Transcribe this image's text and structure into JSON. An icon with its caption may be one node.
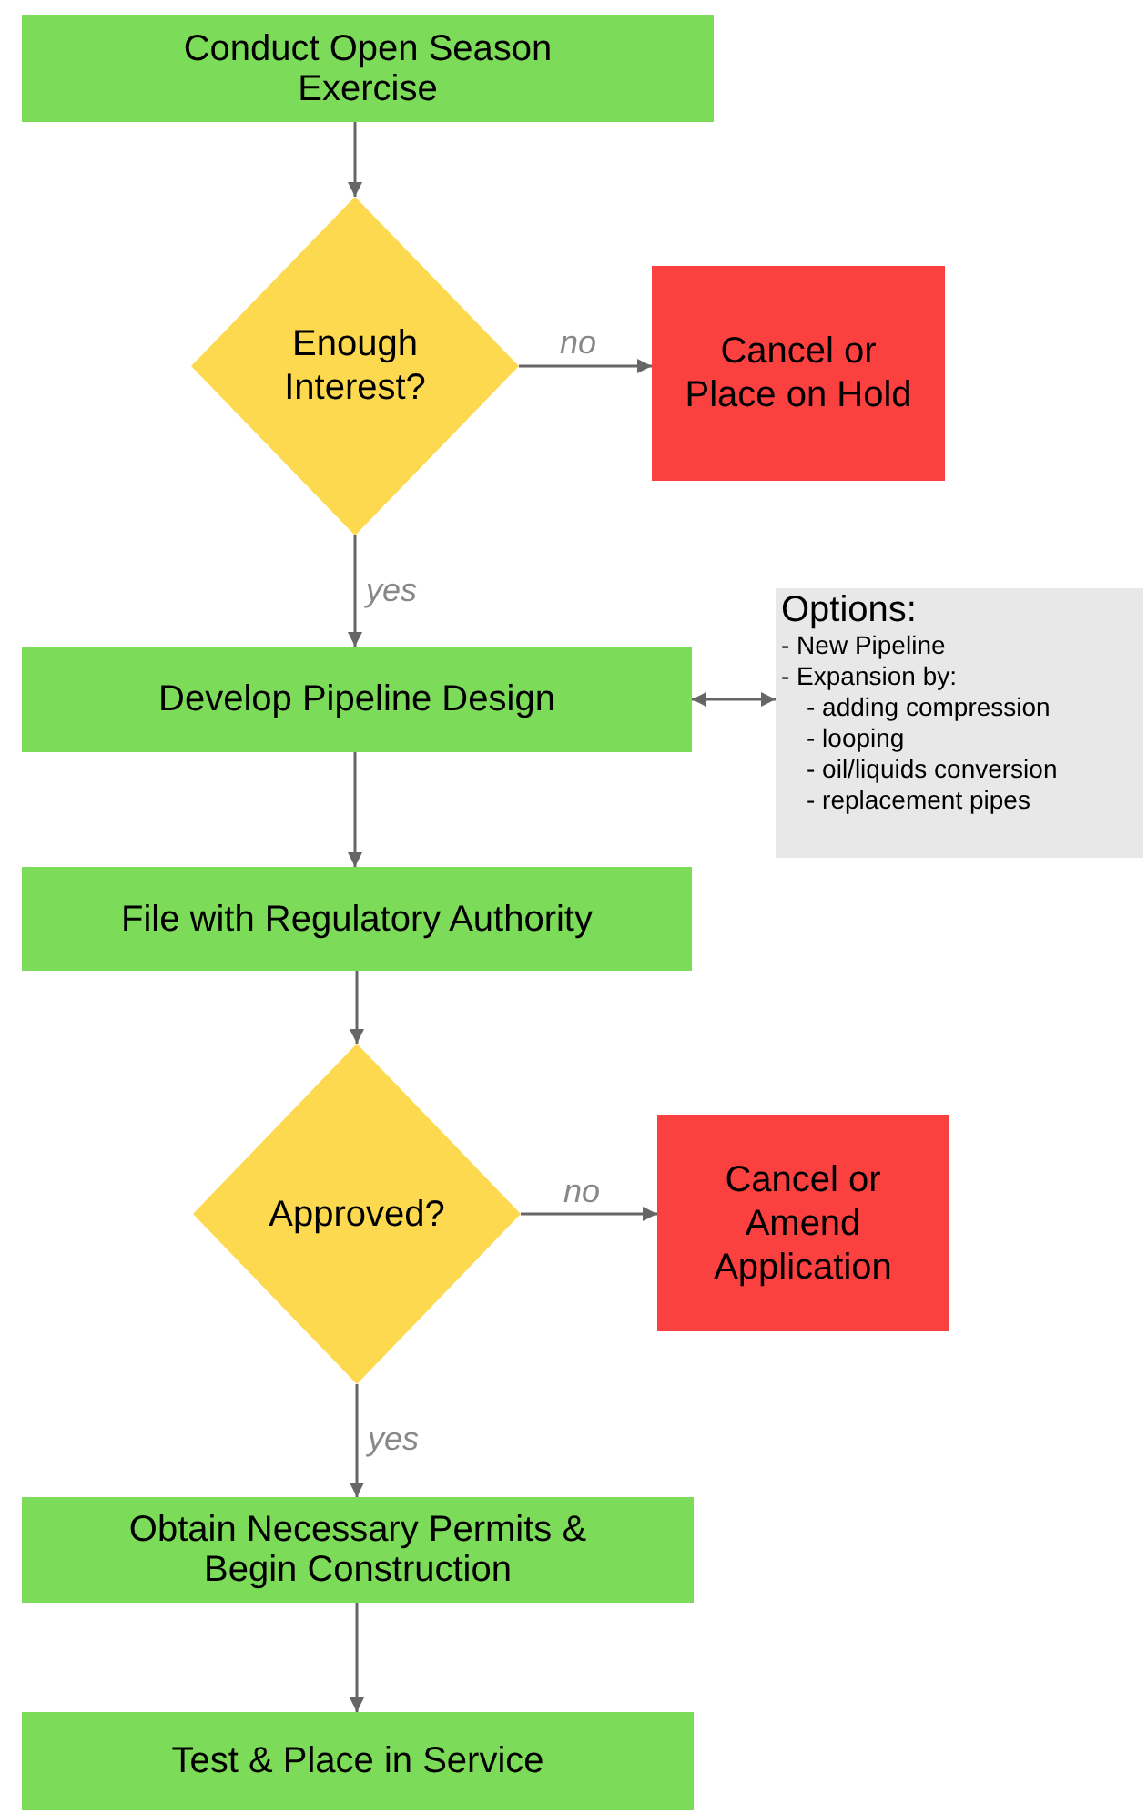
{
  "diagram": {
    "nodes": [
      {
        "text": [
          "Conduct Open Season Exercise"
        ]
      },
      {
        "text": [
          "Enough Interest?"
        ]
      },
      {
        "text": [
          "Cancel or Place on Hold"
        ]
      },
      {
        "text": [
          "Develop Pipeline Design"
        ]
      },
      {
        "text": [
          "Options:",
          "- New Pipeline",
          "- Expansion by:",
          "- adding compression",
          "- looping",
          "- oil/liquids conversion",
          "- replacement pipes"
        ]
      },
      {
        "text": [
          "File with Regulatory Authority"
        ]
      },
      {
        "text": [
          "Approved?"
        ]
      },
      {
        "text": [
          "Cancel or Amend Application"
        ]
      },
      {
        "text": [
          "Obtain Necessary Permits & Begin Construction"
        ]
      },
      {
        "text": [
          "Test & Place in Service"
        ]
      }
    ],
    "edges": [
      {
        "from": 0,
        "to": 1,
        "arrow": "to"
      },
      {
        "from": 1,
        "to": 2,
        "arrow": "to",
        "label": "no"
      },
      {
        "from": 1,
        "to": 3,
        "arrow": "to",
        "label": "yes"
      },
      {
        "from": 3,
        "to": 4,
        "arrow": "both"
      },
      {
        "from": 3,
        "to": 5,
        "arrow": "to"
      },
      {
        "from": 5,
        "to": 6,
        "arrow": "to"
      },
      {
        "from": 6,
        "to": 7,
        "arrow": "to",
        "label": "no"
      },
      {
        "from": 6,
        "to": 8,
        "arrow": "to",
        "label": "yes"
      },
      {
        "from": 8,
        "to": 9,
        "arrow": "to"
      }
    ]
  }
}
